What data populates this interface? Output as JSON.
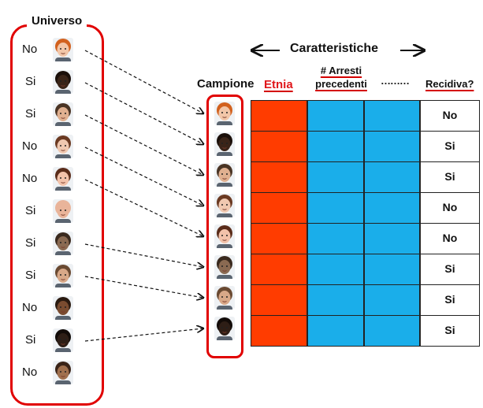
{
  "header": {
    "universe": "Universo",
    "features": "Caratteristiche",
    "sample": "Campione",
    "ethnicity": "Etnia",
    "arrests": "# Arresti precedenti",
    "ellipsis": "………",
    "recidivism": "Recidiva?"
  },
  "universe": [
    {
      "label": "No",
      "skin": "#f2c6a8",
      "hair": "#d2611e"
    },
    {
      "label": "Si",
      "skin": "#3a2418",
      "hair": "#1a0f0a"
    },
    {
      "label": "Si",
      "skin": "#e0b090",
      "hair": "#4a3424"
    },
    {
      "label": "No",
      "skin": "#f0c8b0",
      "hair": "#6b3a22"
    },
    {
      "label": "No",
      "skin": "#f2c2aa",
      "hair": "#5a2c1a"
    },
    {
      "label": "Si",
      "skin": "#e9b49a",
      "hair": "#e9b49a"
    },
    {
      "label": "Si",
      "skin": "#8a6a52",
      "hair": "#3a2a1e"
    },
    {
      "label": "Si",
      "skin": "#d8a888",
      "hair": "#6a4a32"
    },
    {
      "label": "No",
      "skin": "#7a4c30",
      "hair": "#2a1a10"
    },
    {
      "label": "Si",
      "skin": "#2e1e16",
      "hair": "#120b08"
    },
    {
      "label": "No",
      "skin": "#a0704e",
      "hair": "#3a2418"
    }
  ],
  "sample": [
    {
      "skin": "#f2c6a8",
      "hair": "#d2611e",
      "outcome": "No"
    },
    {
      "skin": "#3a2418",
      "hair": "#1a0f0a",
      "outcome": "Si"
    },
    {
      "skin": "#e0b090",
      "hair": "#4a3424",
      "outcome": "Si"
    },
    {
      "skin": "#f0c8b0",
      "hair": "#6b3a22",
      "outcome": "No"
    },
    {
      "skin": "#f2c2aa",
      "hair": "#5a2c1a",
      "outcome": "No"
    },
    {
      "skin": "#8a6a52",
      "hair": "#3a2a1e",
      "outcome": "Si"
    },
    {
      "skin": "#d8a888",
      "hair": "#6a4a32",
      "outcome": "Si"
    },
    {
      "skin": "#2e1e16",
      "hair": "#120b08",
      "outcome": "Si"
    }
  ],
  "links": [
    [
      0,
      0
    ],
    [
      1,
      1
    ],
    [
      2,
      2
    ],
    [
      3,
      3
    ],
    [
      4,
      4
    ],
    [
      6,
      5
    ],
    [
      7,
      6
    ],
    [
      9,
      7
    ]
  ],
  "colors": {
    "frame": "#e10000",
    "ethnicity_col": "#ff3c00",
    "arrests_col": "#1aaeea",
    "title_red": "#e0171b"
  }
}
